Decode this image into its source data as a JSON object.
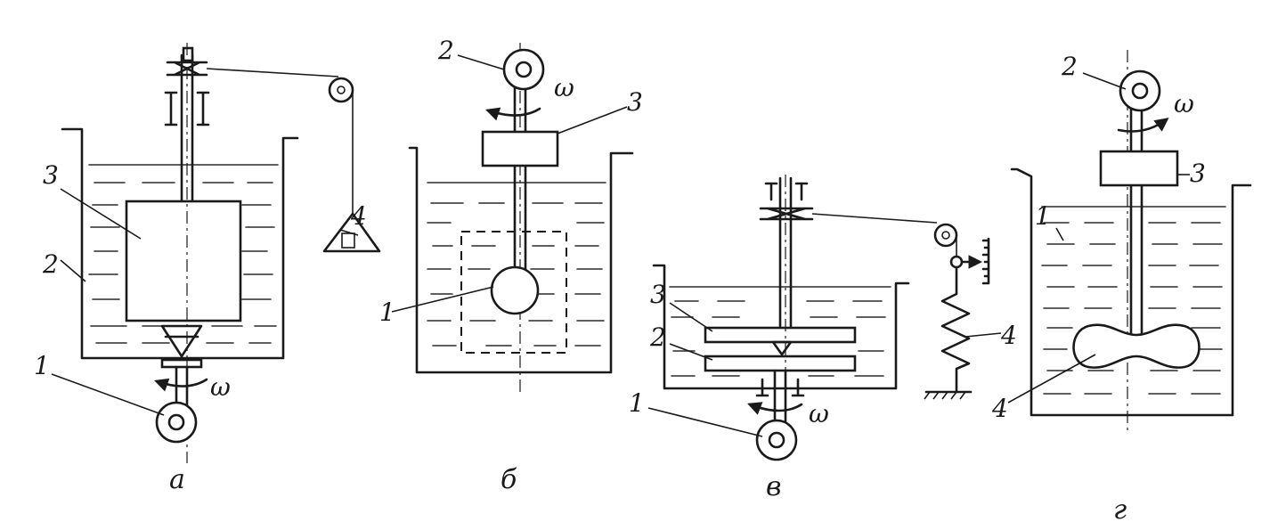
{
  "panels": [
    {
      "caption": "а",
      "labels": {
        "one": "1",
        "two": "2",
        "three": "3",
        "four": "4",
        "omega": "ω"
      }
    },
    {
      "caption": "б",
      "labels": {
        "one": "1",
        "two": "2",
        "three": "3",
        "omega": "ω"
      }
    },
    {
      "caption": "в",
      "labels": {
        "one": "1",
        "two": "2",
        "three": "3",
        "four": "4",
        "omega": "ω"
      }
    },
    {
      "caption": "г",
      "labels": {
        "one": "1",
        "two": "2",
        "three": "3",
        "four": "4",
        "omega": "ω"
      }
    }
  ]
}
